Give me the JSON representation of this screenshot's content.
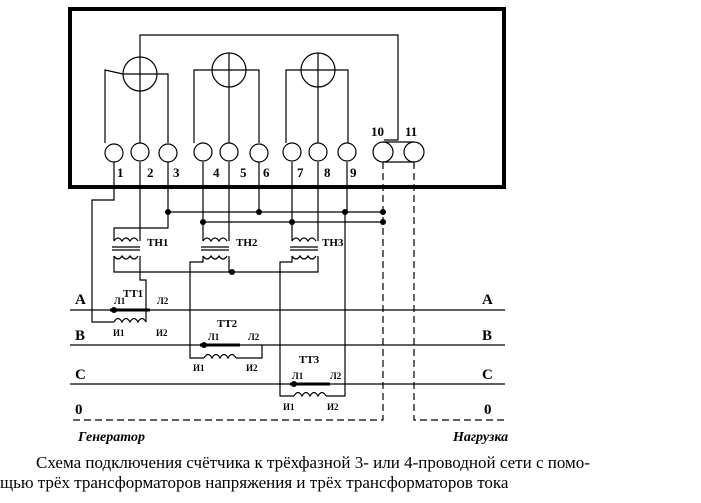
{
  "meter": {
    "terminals": [
      "1",
      "2",
      "3",
      "4",
      "5",
      "6",
      "7",
      "8",
      "9",
      "10",
      "11"
    ]
  },
  "voltage_transformers": [
    "ТН1",
    "ТН2",
    "ТН3"
  ],
  "current_transformers": [
    {
      "name": "ТТ1",
      "l1": "Л1",
      "l2": "Л2",
      "i1": "И1",
      "i2": "И2"
    },
    {
      "name": "ТТ2",
      "l1": "Л1",
      "l2": "Л2",
      "i1": "И1",
      "i2": "И2"
    },
    {
      "name": "ТТ3",
      "l1": "Л1",
      "l2": "Л2",
      "i1": "И1",
      "i2": "И2"
    }
  ],
  "lines": {
    "left": [
      "A",
      "B",
      "C",
      "0"
    ],
    "right": [
      "A",
      "B",
      "C",
      "0"
    ]
  },
  "labels": {
    "generator": "Генератор",
    "load": "Нагрузка"
  },
  "caption": {
    "line1": "Схема подключения счётчика к трёхфазной 3- или 4-проводной сети с помо-",
    "line2": "щью трёх трансформаторов напряжения и трёх трансформаторов тока"
  }
}
